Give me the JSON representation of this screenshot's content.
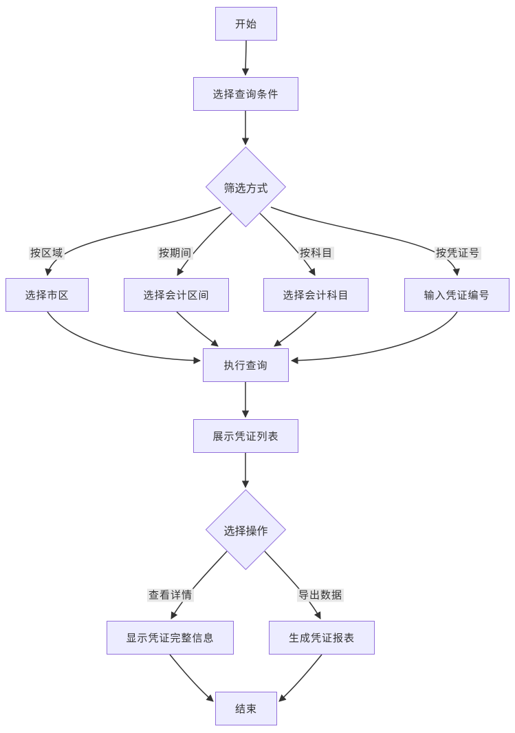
{
  "diagram": {
    "type": "flowchart",
    "direction": "top-down"
  },
  "nodes": {
    "start": {
      "label": "开始",
      "shape": "rect"
    },
    "select_conditions": {
      "label": "选择查询条件",
      "shape": "rect"
    },
    "filter_method": {
      "label": "筛选方式",
      "shape": "diamond"
    },
    "select_district": {
      "label": "选择市区",
      "shape": "rect"
    },
    "select_period": {
      "label": "选择会计区间",
      "shape": "rect"
    },
    "select_subject": {
      "label": "选择会计科目",
      "shape": "rect"
    },
    "input_voucher_no": {
      "label": "输入凭证编号",
      "shape": "rect"
    },
    "execute_query": {
      "label": "执行查询",
      "shape": "rect"
    },
    "show_voucher_list": {
      "label": "展示凭证列表",
      "shape": "rect"
    },
    "choose_operation": {
      "label": "选择操作",
      "shape": "diamond"
    },
    "show_full_info": {
      "label": "显示凭证完整信息",
      "shape": "rect"
    },
    "generate_report": {
      "label": "生成凭证报表",
      "shape": "rect"
    },
    "end": {
      "label": "结束",
      "shape": "rect"
    }
  },
  "edge_labels": {
    "by_region": "按区域",
    "by_period": "按期间",
    "by_subject": "按科目",
    "by_voucher_no": "按凭证号",
    "view_details": "查看详情",
    "export_data": "导出数据"
  },
  "edges": [
    {
      "from": "start",
      "to": "select_conditions"
    },
    {
      "from": "select_conditions",
      "to": "filter_method"
    },
    {
      "from": "filter_method",
      "to": "select_district",
      "label": "按区域"
    },
    {
      "from": "filter_method",
      "to": "select_period",
      "label": "按期间"
    },
    {
      "from": "filter_method",
      "to": "select_subject",
      "label": "按科目"
    },
    {
      "from": "filter_method",
      "to": "input_voucher_no",
      "label": "按凭证号"
    },
    {
      "from": "select_district",
      "to": "execute_query"
    },
    {
      "from": "select_period",
      "to": "execute_query"
    },
    {
      "from": "select_subject",
      "to": "execute_query"
    },
    {
      "from": "input_voucher_no",
      "to": "execute_query"
    },
    {
      "from": "execute_query",
      "to": "show_voucher_list"
    },
    {
      "from": "show_voucher_list",
      "to": "choose_operation"
    },
    {
      "from": "choose_operation",
      "to": "show_full_info",
      "label": "查看详情"
    },
    {
      "from": "choose_operation",
      "to": "generate_report",
      "label": "导出数据"
    },
    {
      "from": "show_full_info",
      "to": "end"
    },
    {
      "from": "generate_report",
      "to": "end"
    }
  ],
  "colors": {
    "node_fill": "#ECECFF",
    "node_border": "#9370DB",
    "edge": "#333333",
    "label_bg": "#e8e8e8",
    "text": "#333333"
  }
}
